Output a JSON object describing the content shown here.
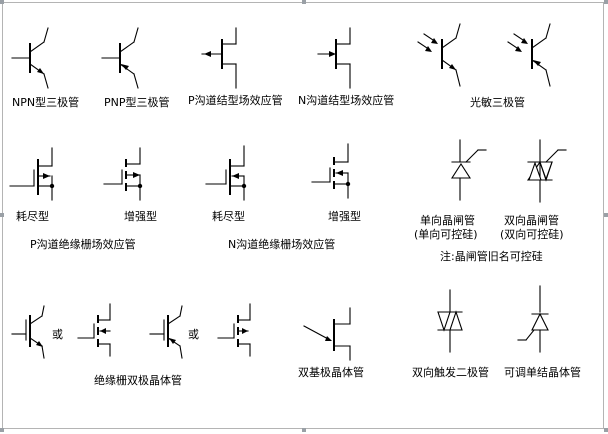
{
  "labels": {
    "npn": "NPN型三极管",
    "pnp": "PNP型三极管",
    "p_jfet": "P沟道结型场效应管",
    "n_jfet": "N沟道结型场效应管",
    "phototransistor": "光敏三极管",
    "p_dep": "耗尽型",
    "p_enh": "增强型",
    "n_dep": "耗尽型",
    "n_enh": "增强型",
    "p_mosfet": "P沟道绝缘栅场效应管",
    "n_mosfet": "N沟道绝缘栅场效应管",
    "unidirectional_thyristor": "单向晶闸管",
    "unidirectional_alt": "(单向可控硅)",
    "bidirectional_thyristor": "双向晶闸管",
    "bidirectional_alt": "(双向可控硅)",
    "thyristor_note": "注:晶闸管旧名可控硅",
    "or1": "或",
    "or2": "或",
    "igbt": "绝缘栅双极晶体管",
    "ujt": "双基极晶体管",
    "diac": "双向触发二极管",
    "put": "可调单结晶体管"
  }
}
